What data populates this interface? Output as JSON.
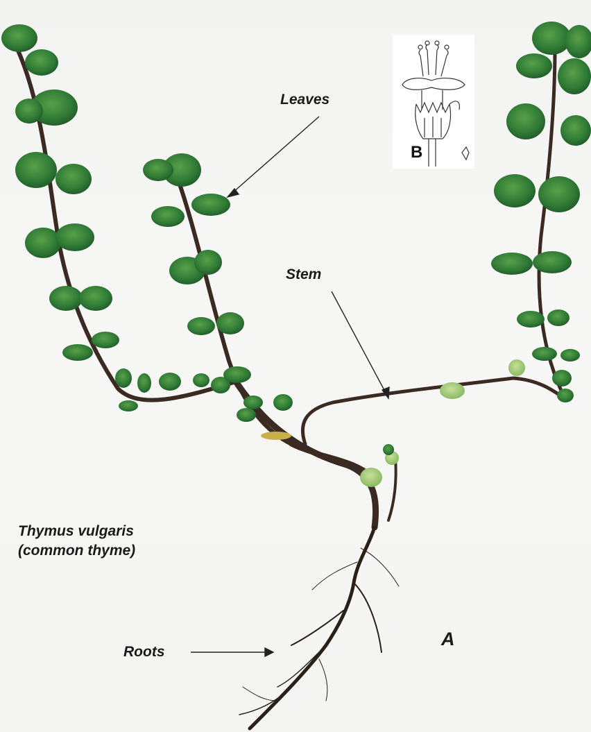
{
  "labels": {
    "leaves": "Leaves",
    "stem": "Stem",
    "roots": "Roots",
    "panel_a": "A",
    "panel_b": "B"
  },
  "species": {
    "scientific_name": "Thymus vulgaris",
    "common_name": "(common thyme)"
  },
  "colors": {
    "background": "#f5f5f3",
    "leaf_dark": "#1f5a2e",
    "leaf_mid": "#3f8a3e",
    "leaf_light": "#a9cc7a",
    "stem": "#3a2a22",
    "root": "#2a2018",
    "label_text": "#1a1a1a"
  },
  "image": {
    "subject": "thyme-plant-photograph",
    "inset": "flower-line-drawing"
  }
}
